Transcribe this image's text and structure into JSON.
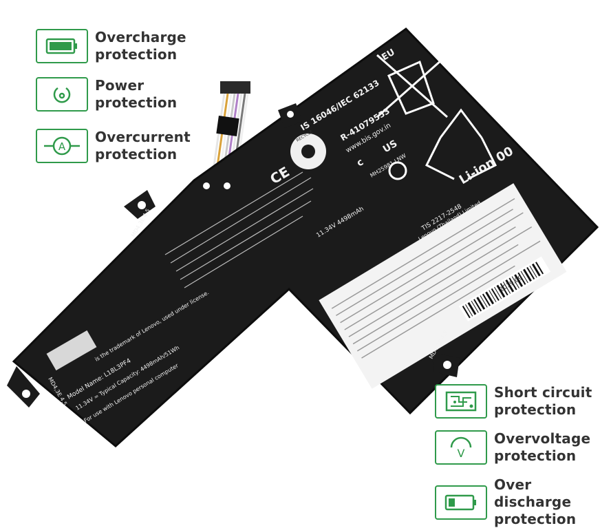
{
  "features": {
    "overcharge": {
      "label": "Overcharge\nprotection",
      "icon": "battery-full-icon"
    },
    "power": {
      "label": "Power\nprotection",
      "icon": "power-icon"
    },
    "overcurrent": {
      "label": "Overcurrent\nprotection",
      "icon": "ammeter-icon"
    },
    "short_circuit": {
      "label": "Short circuit\nprotection",
      "icon": "circuit-board-icon"
    },
    "overvoltage": {
      "label": "Overvoltage\nprotection",
      "icon": "voltmeter-icon"
    },
    "over_discharge": {
      "label": "Over discharge\nprotection",
      "icon": "battery-low-icon"
    }
  },
  "battery_label": {
    "eu": "EU",
    "standard": "IS 16046/IEC 62133",
    "registration": "R-41079553",
    "website": "www.bis.gov.in",
    "chemistry": "Li-ion 00",
    "tis": "TIS 2217-2548",
    "manufacturer": "Lenovo (Thailand) Limited",
    "recycle": "RECYCLE",
    "ce": "CE",
    "us": "US",
    "ul_c": "c",
    "mh": "MH25981 LNW",
    "spec_short": "11.34V  4498mAh",
    "model": "Model Name: L18L3PF4",
    "rated": "11.34V = Typical Capacity: 4498mAh/51Wh",
    "use": "For use with Lenovo personal computer",
    "trademark": "is the trademark of Lenovo, used under license.",
    "date": "2019.09",
    "marker_left": "MD4,3E 4.5",
    "marker_top": "MD4,3E 4.5",
    "marker_bottom": "MD4,3E 4.5"
  },
  "colors": {
    "accent_green": "#2f9a4a",
    "battery_body": "#1b1b1b",
    "label_text": "#333333"
  }
}
